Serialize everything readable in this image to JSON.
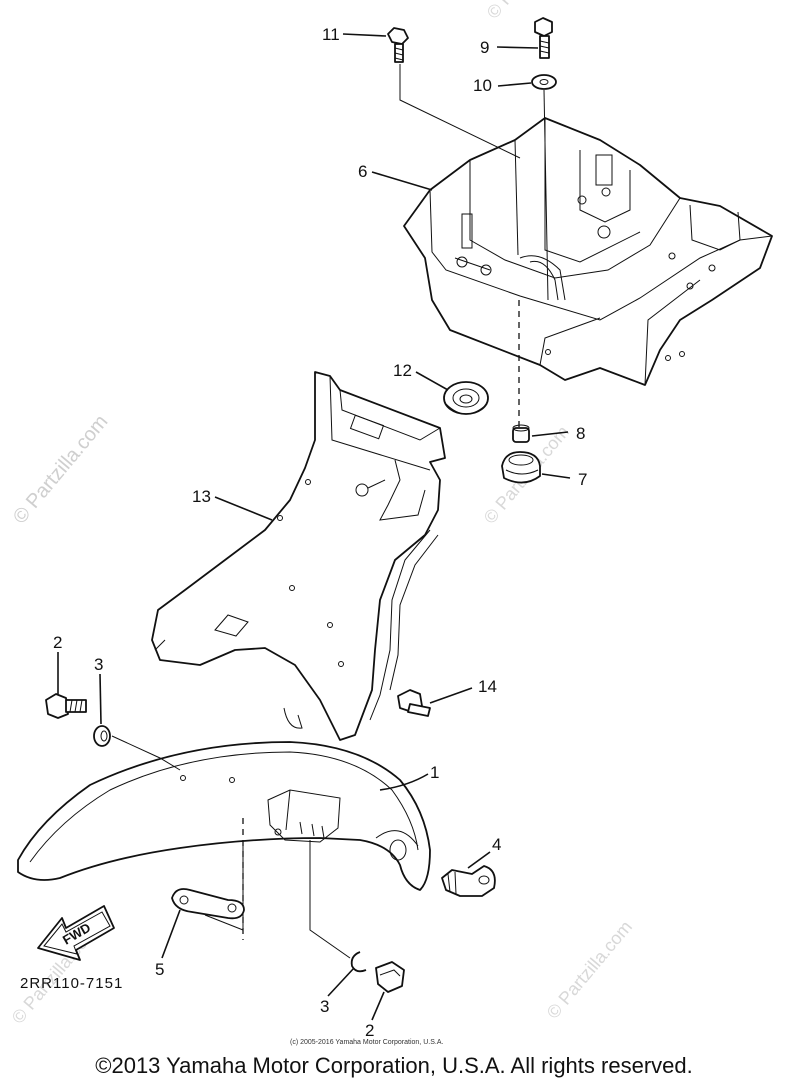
{
  "diagram": {
    "callouts": [
      {
        "id": "c11",
        "label": "11"
      },
      {
        "id": "c9",
        "label": "9"
      },
      {
        "id": "c10",
        "label": "10"
      },
      {
        "id": "c6",
        "label": "6"
      },
      {
        "id": "c12",
        "label": "12"
      },
      {
        "id": "c8",
        "label": "8"
      },
      {
        "id": "c7",
        "label": "7"
      },
      {
        "id": "c13",
        "label": "13"
      },
      {
        "id": "c2a",
        "label": "2"
      },
      {
        "id": "c3a",
        "label": "3"
      },
      {
        "id": "c14",
        "label": "14"
      },
      {
        "id": "c1",
        "label": "1"
      },
      {
        "id": "c4",
        "label": "4"
      },
      {
        "id": "c5",
        "label": "5"
      },
      {
        "id": "c3b",
        "label": "3"
      },
      {
        "id": "c2b",
        "label": "2"
      }
    ],
    "fwd_label": "FWD",
    "part_code": "2RR110-7151",
    "small_copyright": "(c) 2005-2016 Yamaha Motor Corporation, U.S.A.",
    "watermark": "© Partzilla.com"
  },
  "footer": {
    "copyright": "©2013 Yamaha Motor Corporation, U.S.A. All rights reserved."
  }
}
